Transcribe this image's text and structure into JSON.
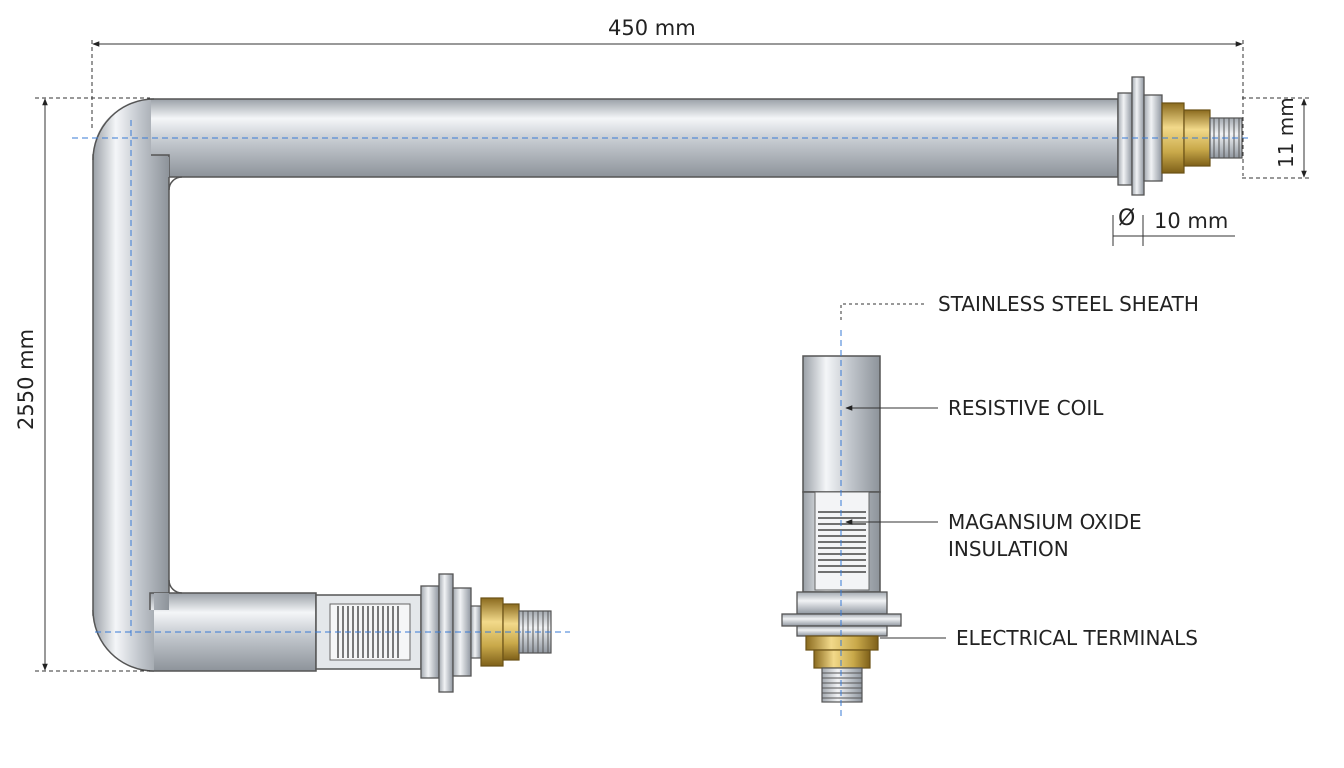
{
  "dimensions": {
    "width": "450 mm",
    "height": "2550 mm",
    "terminal_length": "11 mm",
    "diameter_symbol": "Ø",
    "diameter": "10 mm"
  },
  "callouts": {
    "sheath": "STAINLESS STEEL SHEATH",
    "coil": "RESISTIVE COIL",
    "insulation_line1": "MAGANSIUM OXIDE",
    "insulation_line2": "INSULATION",
    "terminals": "ELECTRICAL TERMINALS"
  },
  "colors": {
    "steel": "#c9cdd2",
    "brass": "#c9a94a",
    "centerline": "#3a7bd5",
    "ink": "#222222"
  }
}
